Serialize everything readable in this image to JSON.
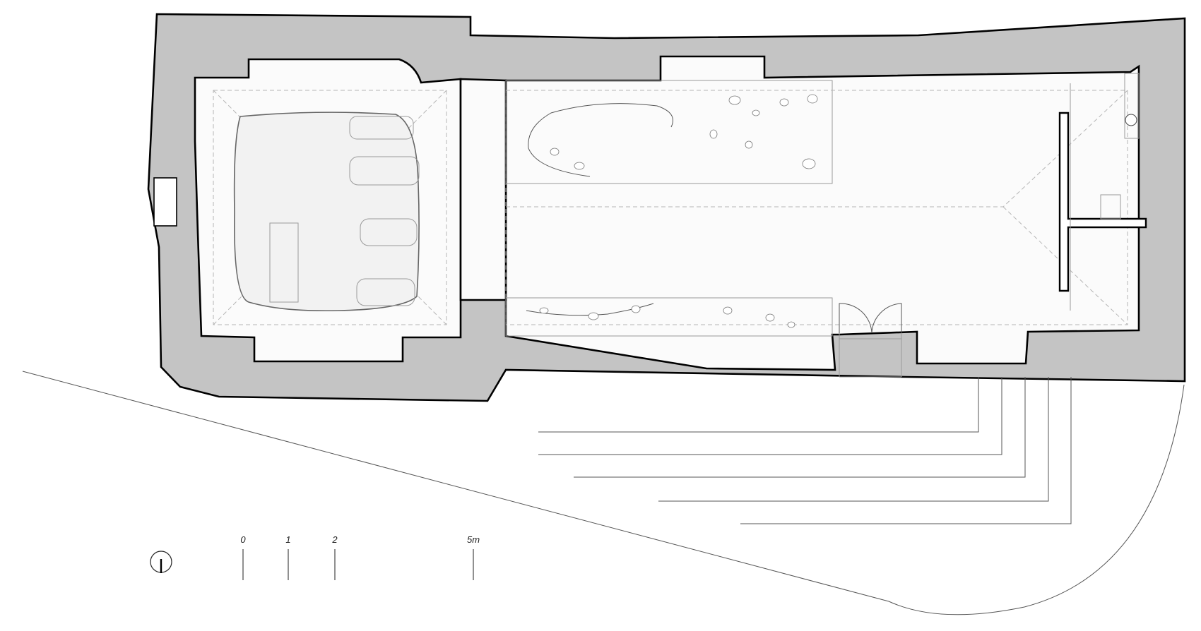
{
  "scale_bar": {
    "labels": [
      "0",
      "1",
      "2",
      "5m"
    ]
  },
  "colors": {
    "wall_fill": "#c4c4c4",
    "floor_fill": "#fbfbfb",
    "outline": "#000000",
    "dashed_lines": "#b5b5b5"
  },
  "icons": [
    "north-arrow-icon"
  ]
}
